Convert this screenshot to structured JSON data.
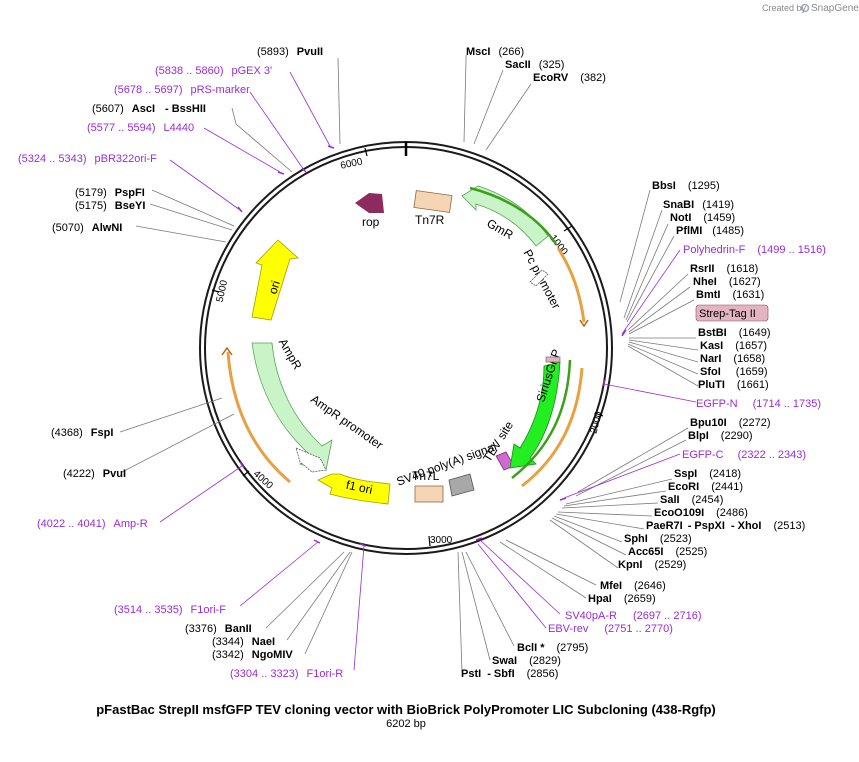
{
  "credit": {
    "created_by": "Created by",
    "app": "SnapGene"
  },
  "title": "pFastBac StrepII msfGFP TEV cloning vector with BioBrick PolyPromoter LIC Subcloning (438-Rgfp)",
  "length_label": "6202 bp",
  "ticks": {
    "t1000": "1000",
    "t2000": "2000",
    "t3000": "3000",
    "t4000": "4000",
    "t5000": "5000",
    "t6000": "6000"
  },
  "features": {
    "rop": "rop",
    "tn7r": "Tn7R",
    "gmr": "GmR",
    "pc_promoter": "Pc promoter",
    "ori": "ori",
    "ampr": "AmpR",
    "ampr_promoter": "AmpR promoter",
    "f1_ori": "f1 ori",
    "sv40": "SV40 poly(A) signal",
    "tev": "TEV site",
    "siriusgfp": "SiriusGFP",
    "tn7l": "Tn7L",
    "strep_tag": "Strep-Tag II"
  },
  "sites": {
    "msci": {
      "name": "MscI",
      "pos": "(266)"
    },
    "sacii": {
      "name": "SacII",
      "pos": "(325)"
    },
    "ecorv": {
      "name": "EcoRV",
      "pos": "(382)"
    },
    "bbsi": {
      "name": "BbsI",
      "pos": "(1295)"
    },
    "snabi": {
      "name": "SnaBI",
      "pos": "(1419)"
    },
    "noti": {
      "name": "NotI",
      "pos": "(1459)"
    },
    "pflmi": {
      "name": "PflMI",
      "pos": "(1485)"
    },
    "rsrii": {
      "name": "RsrII",
      "pos": "(1618)"
    },
    "nhei": {
      "name": "NheI",
      "pos": "(1627)"
    },
    "bmti": {
      "name": "BmtI",
      "pos": "(1631)"
    },
    "bstbi": {
      "name": "BstBI",
      "pos": "(1649)"
    },
    "kasi": {
      "name": "KasI",
      "pos": "(1657)"
    },
    "nari": {
      "name": "NarI",
      "pos": "(1658)"
    },
    "sfoi": {
      "name": "SfoI",
      "pos": "(1659)"
    },
    "pluti": {
      "name": "PluTI",
      "pos": "(1661)"
    },
    "bpu10i": {
      "name": "Bpu10I",
      "pos": "(2272)"
    },
    "blpi": {
      "name": "BlpI",
      "pos": "(2290)"
    },
    "sspi": {
      "name": "SspI",
      "pos": "(2418)"
    },
    "ecori": {
      "name": "EcoRI",
      "pos": "(2441)"
    },
    "sali": {
      "name": "SalI",
      "pos": "(2454)"
    },
    "eco0109i": {
      "name": "EcoO109I",
      "pos": "(2486)"
    },
    "paer7i": {
      "name": "PaeR7I",
      "sep1": "-",
      "pspxi": "PspXI",
      "sep2": "-",
      "xhoi": "XhoI",
      "pos": "(2513)"
    },
    "sphi": {
      "name": "SphI",
      "pos": "(2523)"
    },
    "acc65i": {
      "name": "Acc65I",
      "pos": "(2525)"
    },
    "kpni": {
      "name": "KpnI",
      "pos": "(2529)"
    },
    "mfei": {
      "name": "MfeI",
      "pos": "(2646)"
    },
    "hpai": {
      "name": "HpaI",
      "pos": "(2659)"
    },
    "bcli": {
      "name": "BclI *",
      "pos": "(2795)"
    },
    "swai": {
      "name": "SwaI",
      "pos": "(2829)"
    },
    "psti": {
      "name": "PstI",
      "sep": "-",
      "sbfi": "SbfI",
      "pos": "(2856)"
    },
    "ngomiv": {
      "name": "NgoMIV",
      "pos": "(3342)"
    },
    "naei": {
      "name": "NaeI",
      "pos": "(3344)"
    },
    "banii": {
      "name": "BanII",
      "pos": "(3376)"
    },
    "pvui": {
      "name": "PvuI",
      "pos": "(4222)"
    },
    "fspi": {
      "name": "FspI",
      "pos": "(4368)"
    },
    "alwni": {
      "name": "AlwNI",
      "pos": "(5070)"
    },
    "bseyi": {
      "name": "BseYI",
      "pos": "(5175)"
    },
    "pspfi": {
      "name": "PspFI",
      "pos": "(5179)"
    },
    "asci": {
      "name": "AscI",
      "sep": "-",
      "bsshii": "BssHII",
      "pos": "(5607)"
    },
    "pvuii": {
      "name": "PvuII",
      "pos": "(5893)"
    }
  },
  "primers": {
    "polyhedrin_f": {
      "name": "Polyhedrin-F",
      "pos": "(1499 .. 1516)"
    },
    "egfp_n": {
      "name": "EGFP-N",
      "pos": "(1714 .. 1735)"
    },
    "egfp_c": {
      "name": "EGFP-C",
      "pos": "(2322 .. 2343)"
    },
    "sv40pa_r": {
      "name": "SV40pA-R",
      "pos": "(2697 .. 2716)"
    },
    "ebv_rev": {
      "name": "EBV-rev",
      "pos": "(2751 .. 2770)"
    },
    "f1ori_r": {
      "name": "F1ori-R",
      "pos": "(3304 .. 3323)"
    },
    "f1ori_f": {
      "name": "F1ori-F",
      "pos": "(3514 .. 3535)"
    },
    "amp_r": {
      "name": "Amp-R",
      "pos": "(4022 .. 4041)"
    },
    "pbr322ori_f": {
      "name": "pBR322ori-F",
      "pos": "(5324 .. 5343)"
    },
    "l4440": {
      "name": "L4440",
      "pos": "(5577 .. 5594)"
    },
    "prs_marker": {
      "name": "pRS-marker",
      "pos": "(5678 .. 5697)"
    },
    "pgex3": {
      "name": "pGEX 3'",
      "pos": "(5838 .. 5860)"
    }
  },
  "colors": {
    "backbone": "#1a1a1a",
    "primer": "#9a2cd6",
    "rop": "#8e2a5e",
    "tn7": "#f6d5b4",
    "gmr": "#c8f4c8",
    "ori": "#ffff00",
    "ampr": "#c8f4c8",
    "f1ori": "#ffff00",
    "siriusgfp": "#22ee22",
    "orange_arc": "#e8a040",
    "green_arc": "#3aa018",
    "strep_tag": "#e3b4c2"
  }
}
